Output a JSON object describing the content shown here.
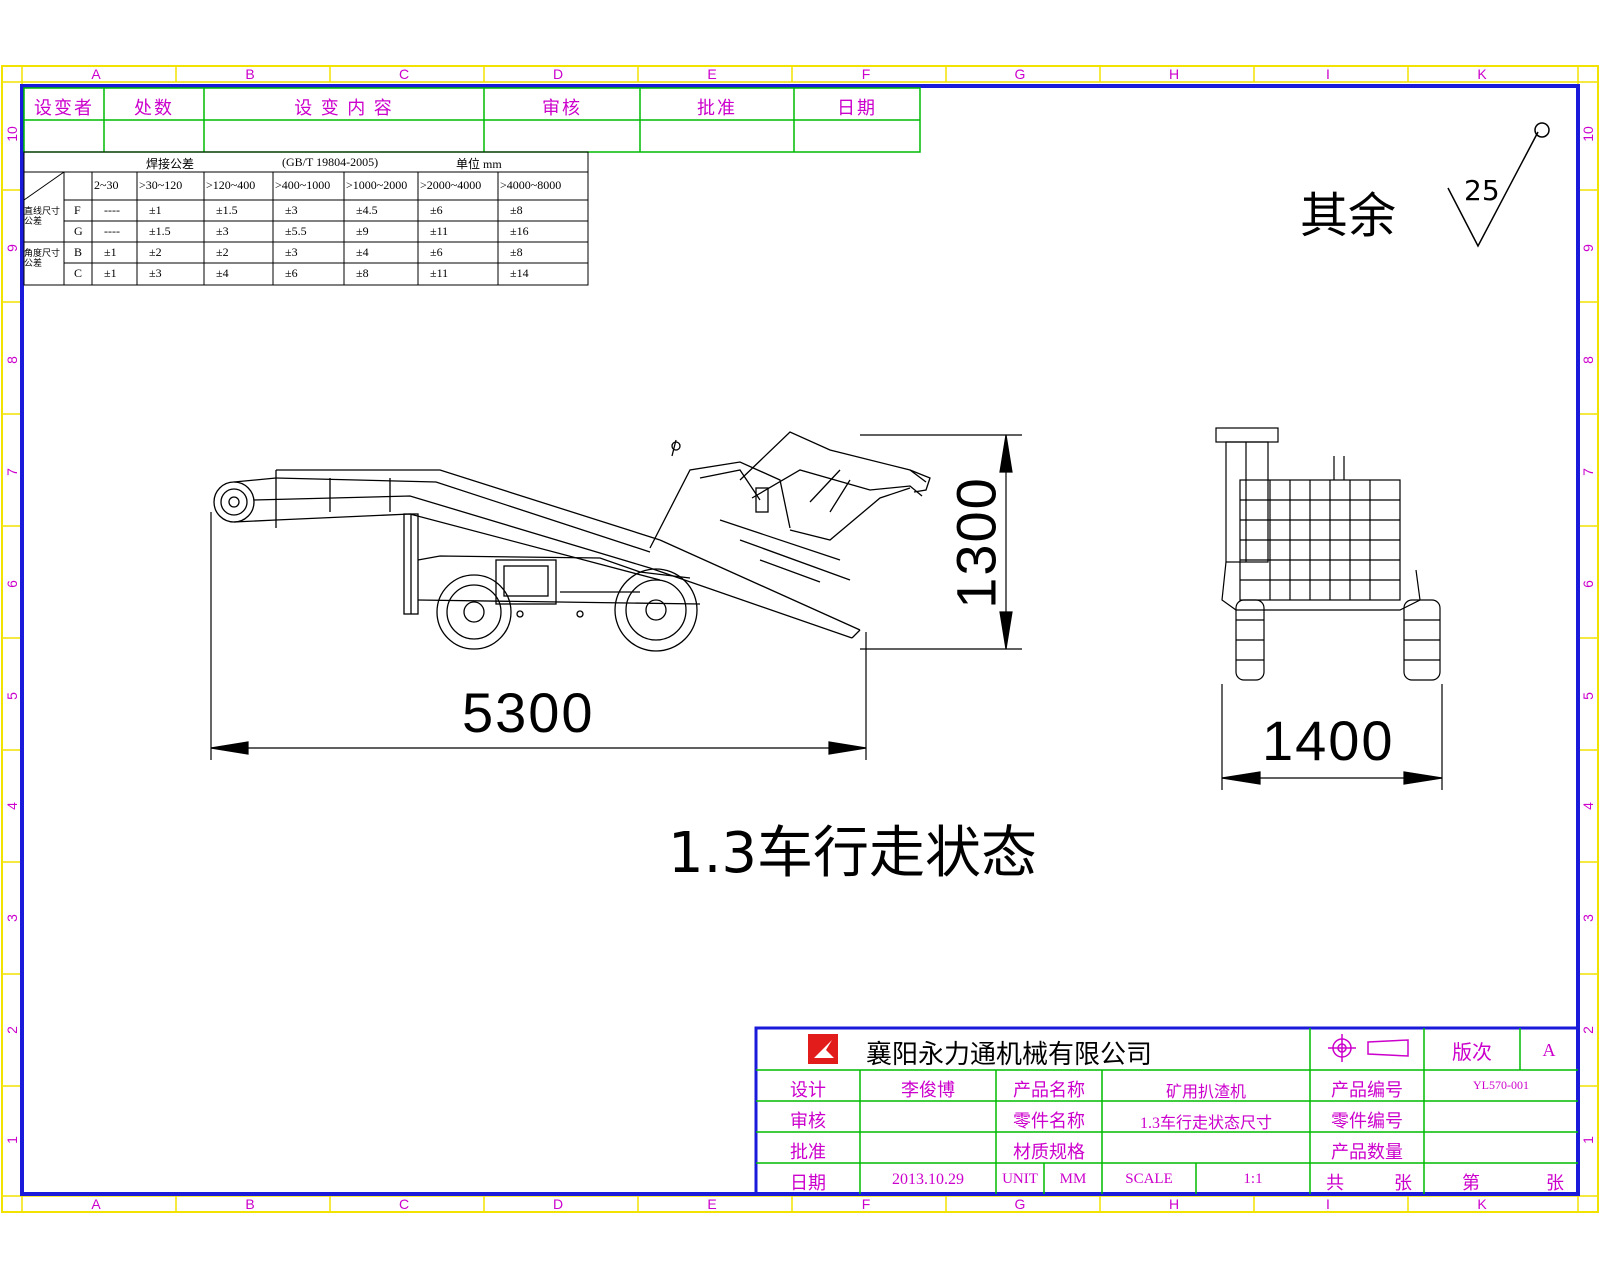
{
  "sheet": {
    "zone_letters": [
      "A",
      "B",
      "C",
      "D",
      "E",
      "F",
      "G",
      "H",
      "I",
      "K"
    ],
    "zone_numbers": [
      "10",
      "9",
      "8",
      "7",
      "6",
      "5",
      "4",
      "3",
      "2",
      "1"
    ]
  },
  "revision_block": {
    "headers": [
      "设变者",
      "处数",
      "设 变 内 容",
      "审核",
      "批准",
      "日期"
    ]
  },
  "tolerance_table": {
    "title": "焊接公差",
    "standard": "(GB/T 19804-2005)",
    "unit_label": "单位 mm",
    "columns": [
      "2~30",
      ">30~120",
      ">120~400",
      ">400~1000",
      ">1000~2000",
      ">2000~4000",
      ">4000~8000"
    ],
    "row_groups": [
      "直线尺寸公差",
      "角度尺寸公差"
    ],
    "rows": [
      {
        "grade": "F",
        "values": [
          "----",
          "±1",
          "±1.5",
          "±3",
          "±4.5",
          "±6",
          "±8"
        ]
      },
      {
        "grade": "G",
        "values": [
          "----",
          "±1.5",
          "±3",
          "±5.5",
          "±9",
          "±11",
          "±16"
        ]
      },
      {
        "grade": "B",
        "values": [
          "±1",
          "±2",
          "±2",
          "±3",
          "±4",
          "±6",
          "±8"
        ]
      },
      {
        "grade": "C",
        "values": [
          "±1",
          "±3",
          "±4",
          "±6",
          "±8",
          "±11",
          "±14"
        ]
      }
    ]
  },
  "surface_note": {
    "text": "其余",
    "roughness_value": "25"
  },
  "dimensions": {
    "side_length": "5300",
    "side_height": "1300",
    "front_width": "1400"
  },
  "caption": "1.3车行走状态",
  "title_block": {
    "company": "襄阳永力通机械有限公司",
    "revision_label": "版次",
    "revision_value": "A",
    "design_label": "设计",
    "designer": "李俊博",
    "review_label": "审核",
    "approve_label": "批准",
    "date_label": "日期",
    "date_value": "2013.10.29",
    "product_name_label": "产品名称",
    "product_name_value": "矿用扒渣机",
    "part_name_label": "零件名称",
    "part_name_value": "1.3车行走状态尺寸",
    "material_label": "材质规格",
    "unit_label": "UNIT",
    "unit_value": "MM",
    "scale_label": "SCALE",
    "scale_value": "1:1",
    "product_code_label": "产品编号",
    "product_code_value": "YL570-001",
    "part_code_label": "零件编号",
    "quantity_label": "产品数量",
    "total_sheets_label_a": "共",
    "total_sheets_label_b": "张",
    "sheet_no_label_a": "第",
    "sheet_no_label_b": "张"
  }
}
